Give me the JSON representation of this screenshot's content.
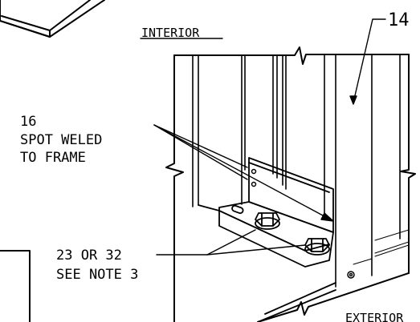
{
  "labels": {
    "interior": "INTERIOR",
    "exterior": "EXTERIOR",
    "callout_14": "14",
    "callout_16_num": "16",
    "callout_16_line1": "SPOT WELED",
    "callout_16_line2": "TO FRAME",
    "callout_23_line1": "23 OR 32",
    "callout_23_line2": "SEE NOTE 3"
  },
  "colors": {
    "ink": "#000000",
    "paper": "#ffffff"
  }
}
